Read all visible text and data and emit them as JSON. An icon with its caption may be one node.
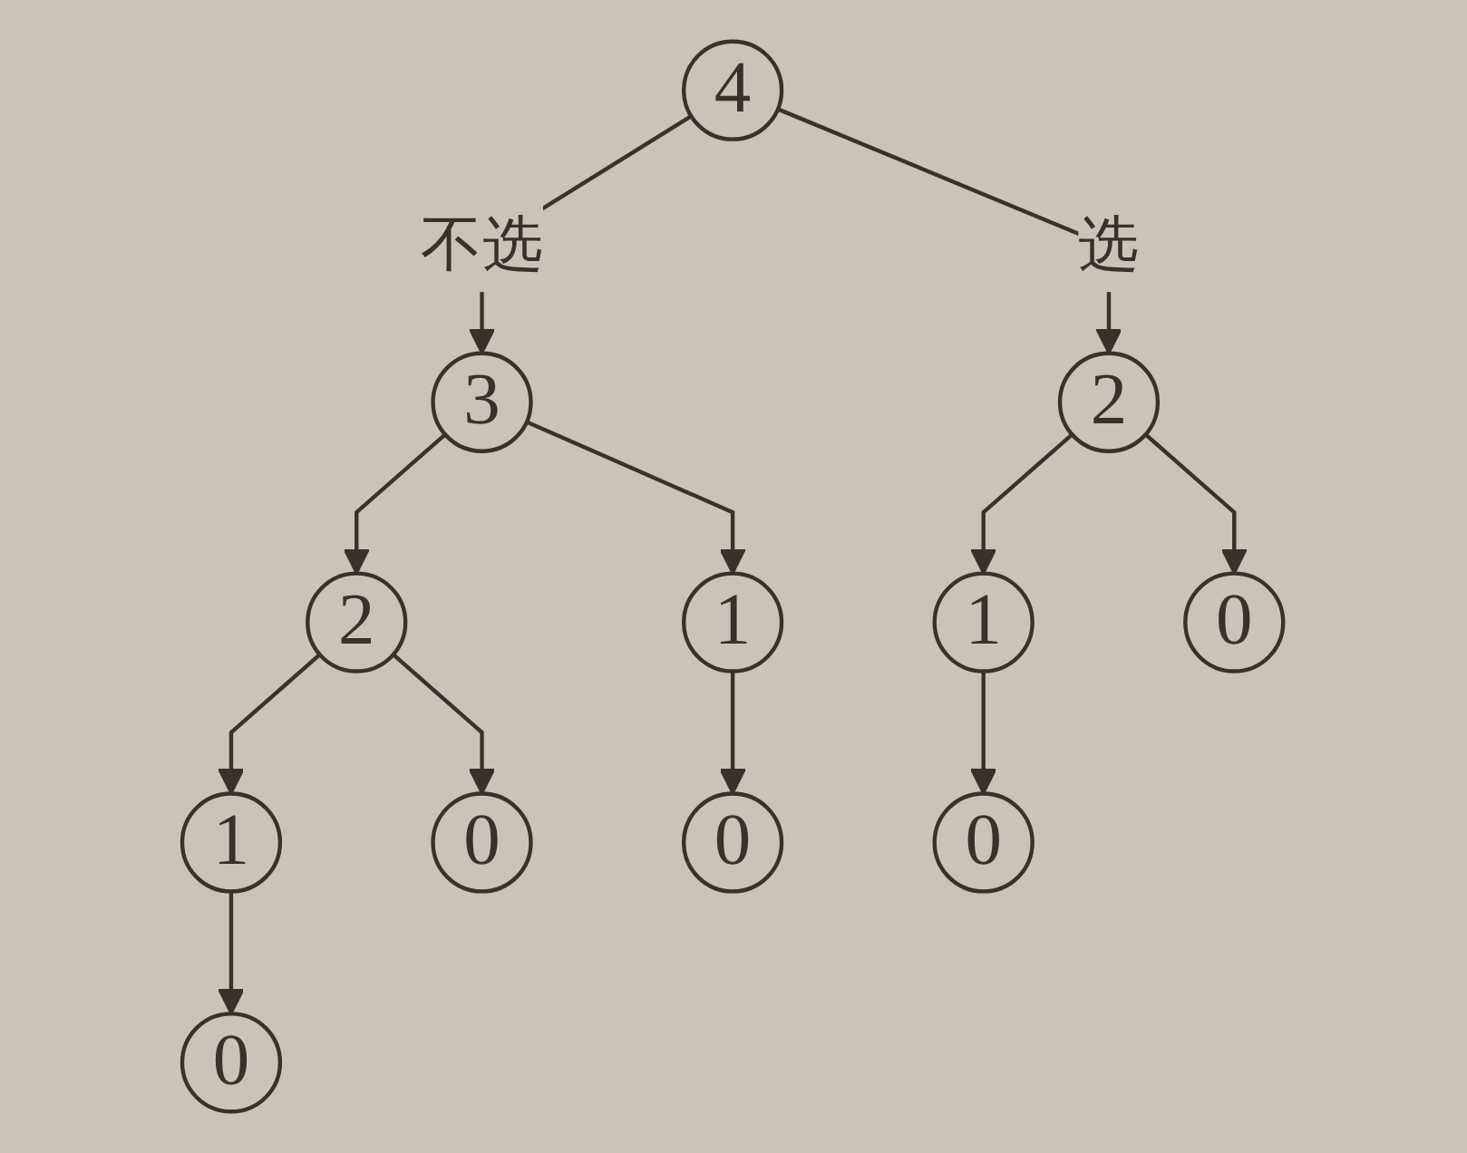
{
  "diagram": {
    "nodes": [
      {
        "text": [
          "4"
        ]
      },
      {
        "text": [
          "3"
        ]
      },
      {
        "text": [
          "2"
        ]
      },
      {
        "text": [
          "2"
        ]
      },
      {
        "text": [
          "1"
        ]
      },
      {
        "text": [
          "1"
        ]
      },
      {
        "text": [
          "0"
        ]
      },
      {
        "text": [
          "1"
        ]
      },
      {
        "text": [
          "0"
        ]
      },
      {
        "text": [
          "0"
        ]
      },
      {
        "text": [
          "0"
        ]
      },
      {
        "text": [
          "0"
        ]
      }
    ],
    "edges": [
      {
        "from": 0,
        "to": 1,
        "arrow": "to",
        "label": "不选"
      },
      {
        "from": 0,
        "to": 2,
        "arrow": "to",
        "label": "选"
      },
      {
        "from": 1,
        "to": 3,
        "arrow": "to"
      },
      {
        "from": 1,
        "to": 4,
        "arrow": "to"
      },
      {
        "from": 2,
        "to": 5,
        "arrow": "to"
      },
      {
        "from": 2,
        "to": 6,
        "arrow": "to"
      },
      {
        "from": 3,
        "to": 7,
        "arrow": "to"
      },
      {
        "from": 3,
        "to": 8,
        "arrow": "to"
      },
      {
        "from": 4,
        "to": 9,
        "arrow": "to"
      },
      {
        "from": 5,
        "to": 10,
        "arrow": "to"
      },
      {
        "from": 7,
        "to": 11,
        "arrow": "to"
      }
    ]
  }
}
